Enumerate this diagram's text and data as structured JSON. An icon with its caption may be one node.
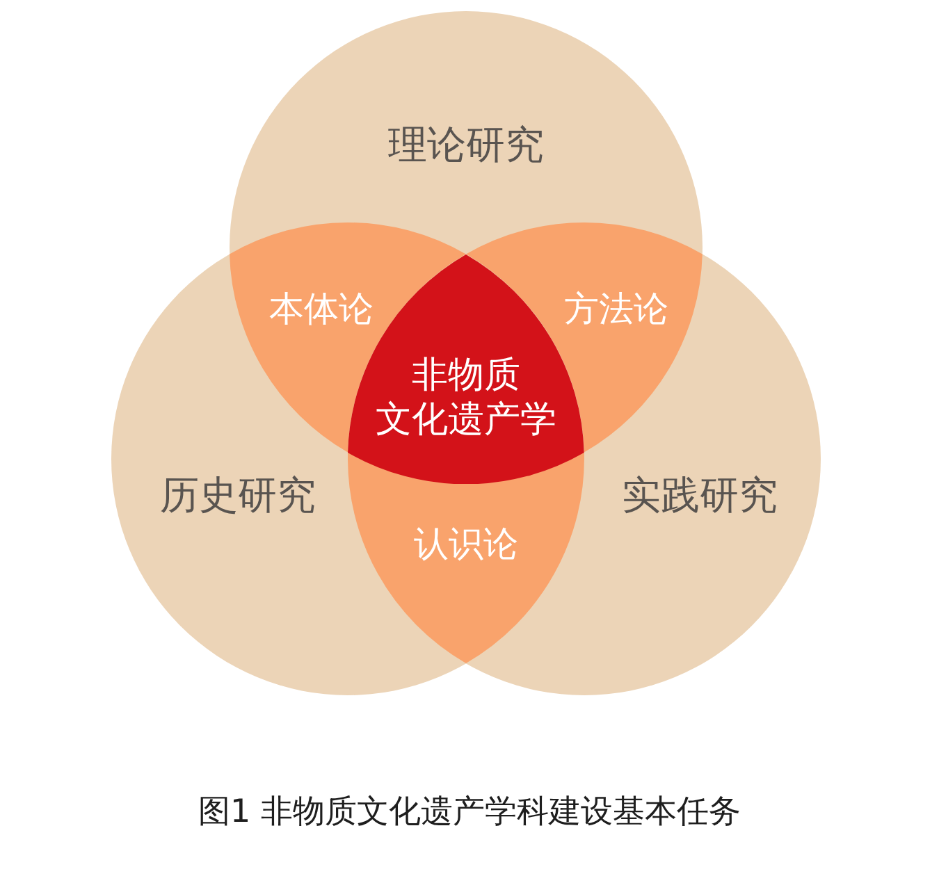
{
  "diagram": {
    "caption": "图1 非物质文化遗产学科建设基本任务",
    "nodes": [
      {
        "text": [
          "理论研究"
        ]
      },
      {
        "text": [
          "本体论"
        ]
      },
      {
        "text": [
          "方法论"
        ]
      },
      {
        "text": [
          "非物质文化遗产学"
        ]
      },
      {
        "text": [
          "历史研究"
        ]
      },
      {
        "text": [
          "实践研究"
        ]
      },
      {
        "text": [
          "认识论"
        ]
      }
    ]
  }
}
